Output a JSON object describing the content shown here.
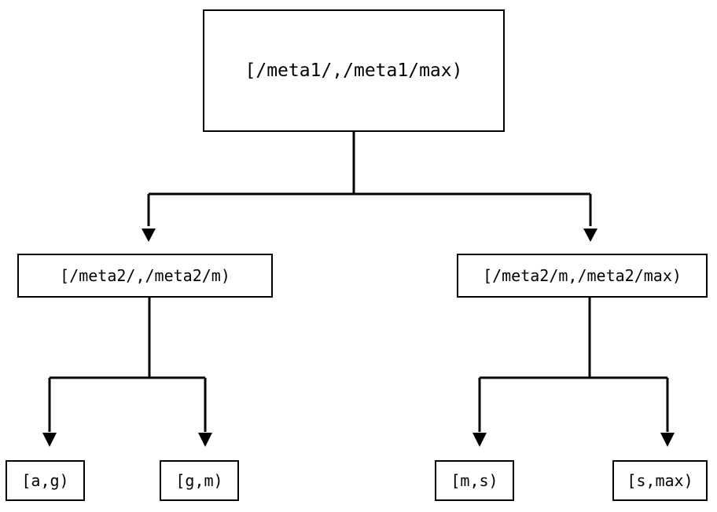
{
  "diagram": {
    "type": "binary-range-partition-tree",
    "orientation": "top-down",
    "background_color": "#ffffff",
    "line_color": "#000000",
    "text_color": "#000000",
    "nodes": {
      "root": {
        "label": "[/meta1/,/meta1/max)"
      },
      "mid_left": {
        "label": "[/meta2/,/meta2/m)"
      },
      "mid_right": {
        "label": "[/meta2/m,/meta2/max)"
      },
      "leaf_1": {
        "label": "[a,g)"
      },
      "leaf_2": {
        "label": "[g,m)"
      },
      "leaf_3": {
        "label": "[m,s)"
      },
      "leaf_4": {
        "label": "[s,max)"
      }
    }
  }
}
